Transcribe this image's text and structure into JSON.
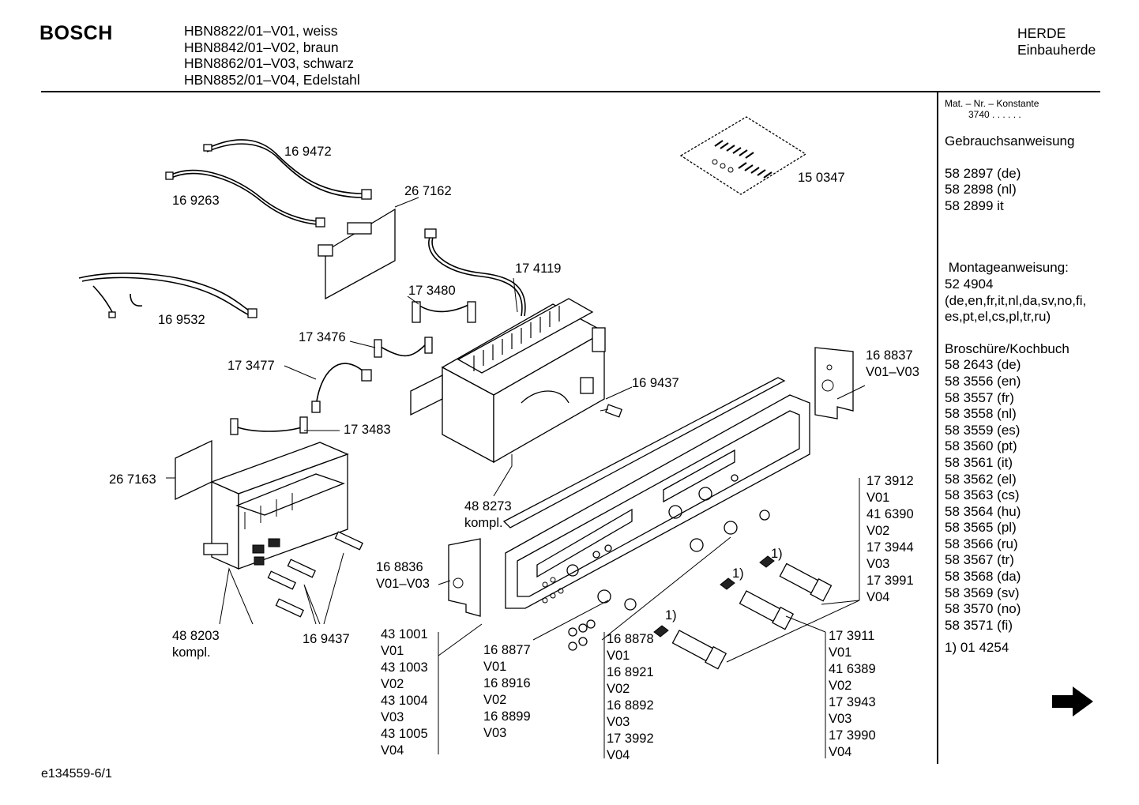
{
  "header": {
    "brand": "BOSCH",
    "models": [
      "HBN8822/01–V01, weiss",
      "HBN8842/01–V02, braun",
      "HBN8862/01–V03, schwarz",
      "HBN8852/01–V04, Edelstahl"
    ],
    "category": [
      "HERDE",
      "Einbauherde"
    ]
  },
  "sidebar": {
    "mat_label": "Mat. – Nr. – Konstante",
    "mat_value": "3740 .  .   .  .  .  .",
    "manual_title": "Gebrauchsanweisung",
    "manuals": [
      "58 2897 (de)",
      "58 2898 (nl)",
      "58 2899 it"
    ],
    "install_title": " Montageanweisung:",
    "install_lines": [
      "52 4904",
      "(de,en,fr,it,nl,da,sv,no,fi,",
      "es,pt,el,cs,pl,tr,ru)"
    ],
    "brochure_title": "Broschüre/Kochbuch",
    "brochures": [
      "58 2643 (de)",
      "58 3556 (en)",
      "58 3557 (fr)",
      "58 3558 (nl)",
      "58 3559 (es)",
      "58 3560 (pt)",
      "58 3561 (it)",
      "58 3562 (el)",
      "58 3563 (cs)",
      "58 3564 (hu)",
      "58 3565 (pl)",
      "58 3566 (ru)",
      "58 3567 (tr)",
      "58 3568 (da)",
      "58 3569 (sv)",
      "58 3570 (no)",
      "58 3571 (fi)"
    ],
    "footnote": "1) 01 4254"
  },
  "labels": {
    "p169472": "16 9472",
    "p169263": "16 9263",
    "p267162": "26 7162",
    "p150347": "15 0347",
    "p174119": "17 4119",
    "p169532": "16 9532",
    "p173480": "17 3480",
    "p173476": "17 3476",
    "p173477": "17 3477",
    "p168837": [
      "16 8837",
      "V01–V03"
    ],
    "p169437a": "16 9437",
    "p173483": "17 3483",
    "p267163": "26 7163",
    "p488273": [
      "48 8273",
      "kompl."
    ],
    "p168836": [
      "16 8836",
      "V01–V03"
    ],
    "p488203": [
      "48 8203",
      "kompl."
    ],
    "p169437b": "16 9437",
    "col_431": [
      "43 1001",
      "V01",
      "43 1003",
      "V02",
      "43 1004",
      "V03",
      "43 1005",
      "V04"
    ],
    "col_1688": [
      "16 8877",
      "V01",
      "16 8916",
      "V02",
      "16 8899",
      "V03"
    ],
    "col_16878": [
      "16 8878",
      "V01",
      "16 8921",
      "V02",
      "16 8892",
      "V03",
      "17 3992",
      "V04"
    ],
    "col_173911": [
      "17 3911",
      "V01",
      "41 6389",
      "V02",
      "17 3943",
      "V03",
      "17 3990",
      "V04"
    ],
    "col_173912": [
      "17 3912",
      "V01",
      "41 6390",
      "V02",
      "17 3944",
      "V03",
      "17 3991",
      "V04"
    ],
    "note1": "1)"
  },
  "footer": {
    "doc_id": "e134559-6/1"
  },
  "icons": {
    "next_page": "arrow-right-icon"
  }
}
